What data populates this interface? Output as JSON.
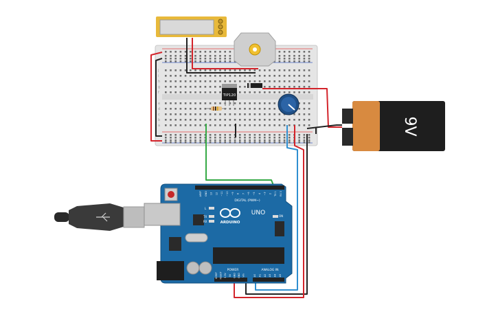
{
  "breadboard": {
    "row_letters_top": [
      "j",
      "i",
      "h",
      "g",
      "f"
    ],
    "row_letters_bottom": [
      "e",
      "d",
      "c",
      "b",
      "a"
    ]
  },
  "components": {
    "transistor_label": "TIP120",
    "battery_label": "9V",
    "arduino_brand": "ARDUINO",
    "arduino_model": "UNO",
    "digital_header_label": "DIGITAL (PWM~)",
    "power_label": "POWER",
    "analog_label": "ANALOG IN",
    "led_labels": [
      "L",
      "TX",
      "RX"
    ],
    "on_label": "ON",
    "power_pins": [
      "IOREF",
      "RESET",
      "3.3V",
      "5V",
      "GND",
      "GND",
      "Vin"
    ],
    "analog_pins": [
      "A0",
      "A1",
      "A2",
      "A3",
      "A4",
      "A5"
    ],
    "digital_pins": [
      "AREF",
      "GND",
      "13",
      "12",
      "~11",
      "~10",
      "~9",
      "8",
      "7",
      "~6",
      "~5",
      "4",
      "~3",
      "2",
      "TX 1",
      "RX 0"
    ]
  },
  "colors": {
    "wire_red": "#d3232a",
    "wire_black": "#222222",
    "wire_green": "#35a945",
    "wire_blue": "#2f8fd0",
    "board_blue": "#1c6aa5",
    "battery_orange": "#d88a40",
    "battery_black": "#1e1e1e",
    "usb_gray": "#3a3a3a",
    "breadboard_bg": "#e7e7e7"
  }
}
